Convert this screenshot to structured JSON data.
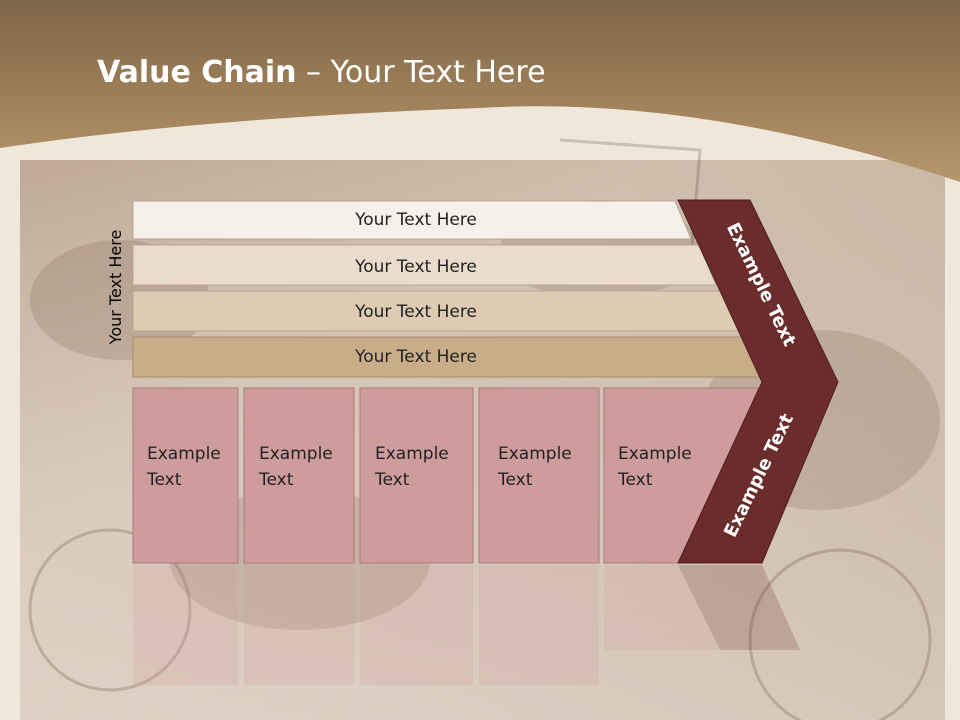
{
  "slide": {
    "title_bold": "Value Chain",
    "title_rest": " – Your Text Here"
  },
  "chain": {
    "side_label": "Your Text Here",
    "support_rows": [
      "Your Text Here",
      "Your Text Here",
      "Your Text Here",
      "Your Text Here"
    ],
    "primary_boxes": [
      {
        "line1": "Example",
        "line2": "Text"
      },
      {
        "line1": "Example",
        "line2": "Text"
      },
      {
        "line1": "Example",
        "line2": "Text"
      },
      {
        "line1": "Example",
        "line2": "Text"
      },
      {
        "line1": "Example",
        "line2": "Text"
      }
    ],
    "chevron_top": "Example Text",
    "chevron_bottom": "Example Text"
  },
  "colors": {
    "header": "#a98a62",
    "row1": "#f5f0e9",
    "row2": "#e9dccc",
    "row3": "#ddcbb3",
    "row4": "#c8ad88",
    "box": "#cf9c9d",
    "chevron": "#6b2c2c"
  }
}
